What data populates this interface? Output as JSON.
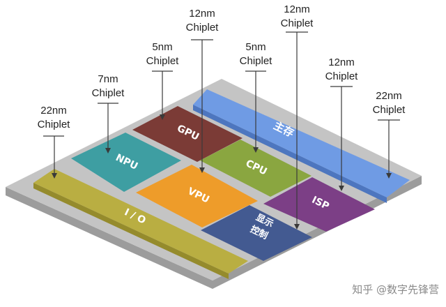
{
  "callouts": [
    {
      "id": "io",
      "line1": "22nm",
      "line2": "Chiplet"
    },
    {
      "id": "npu",
      "line1": "7nm",
      "line2": "Chiplet"
    },
    {
      "id": "gpu",
      "line1": "5nm",
      "line2": "Chiplet"
    },
    {
      "id": "vpu",
      "line1": "12nm",
      "line2": "Chiplet"
    },
    {
      "id": "cpu",
      "line1": "5nm",
      "line2": "Chiplet"
    },
    {
      "id": "display",
      "line1": "12nm",
      "line2": "Chiplet"
    },
    {
      "id": "isp",
      "line1": "12nm",
      "line2": "Chiplet"
    },
    {
      "id": "memory",
      "line1": "22nm",
      "line2": "Chiplet"
    }
  ],
  "blocks": {
    "gpu": "GPU",
    "npu": "NPU",
    "cpu": "CPU",
    "vpu": "VPU",
    "isp": "ISP",
    "io": "I / O",
    "memory": "主存",
    "display_line1": "显示",
    "display_line2": "控制"
  },
  "colors": {
    "substrate": "#c4c4c4",
    "substrate_side": "#9c9c9c",
    "gpu": "#7b3b36",
    "npu": "#3e9ea2",
    "cpu": "#8aa640",
    "vpu": "#ee9c2a",
    "isp": "#7c3f86",
    "display": "#435a91",
    "io": "#b9ae42",
    "memory": "#6f9be4"
  },
  "watermark": "知乎 @数字先锋营"
}
